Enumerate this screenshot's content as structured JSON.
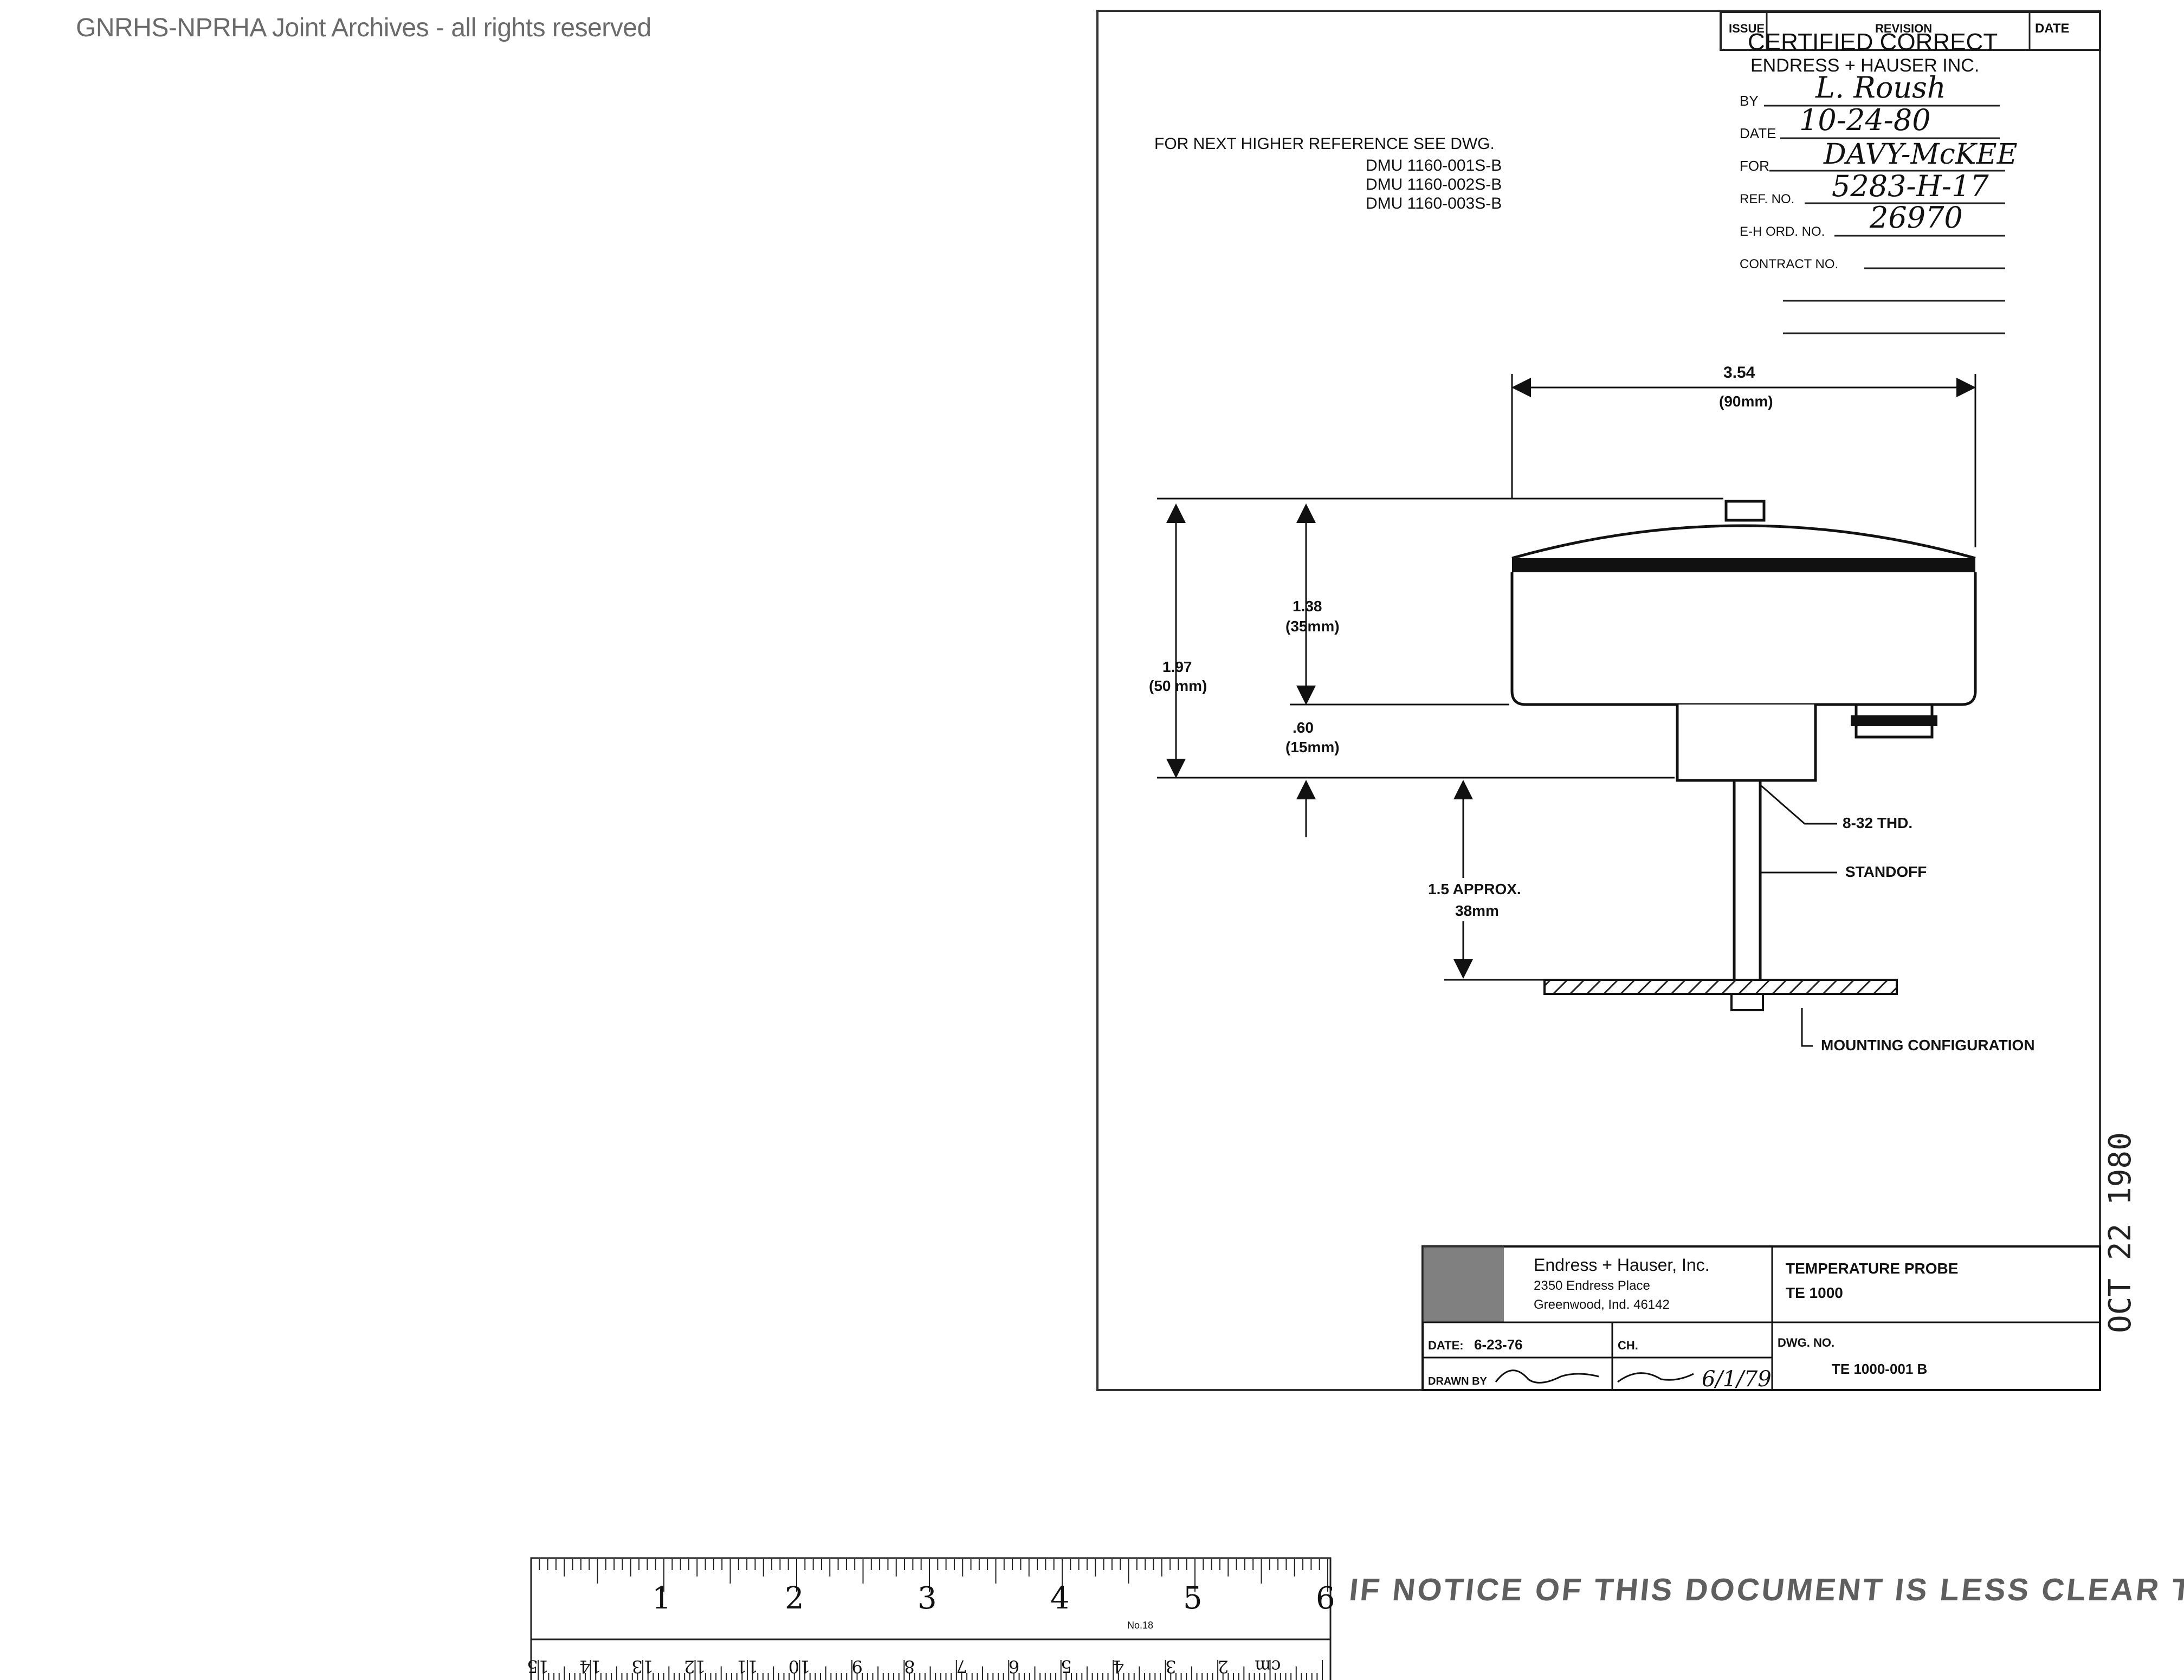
{
  "header": {
    "archive_notice": "GNRHS-NPRHA Joint Archives - all rights reserved"
  },
  "revision_block": {
    "issue": "ISSUE",
    "revision": "REVISION",
    "date": "DATE"
  },
  "certification": {
    "title": "CERTIFIED CORRECT",
    "company": "ENDRESS + HAUSER INC.",
    "by_label": "BY",
    "by_value": "L. Roush",
    "date_label": "DATE",
    "date_value": "10-24-80",
    "for_label": "FOR",
    "for_value": "DAVY-McKEE",
    "ref_label": "REF. NO.",
    "ref_value": "5283-H-17",
    "eh_label": "E-H ORD. NO.",
    "eh_value": "26970",
    "contract_label": "CONTRACT NO."
  },
  "reference": {
    "note": "FOR NEXT HIGHER REFERENCE SEE DWG.",
    "drawings": [
      "DMU 1160-001S-B",
      "DMU 1160-002S-B",
      "DMU 1160-003S-B"
    ]
  },
  "dimensions": {
    "width_in": "3.54",
    "width_mm": "(90mm)",
    "body_in": "1.38",
    "body_mm": "(35mm)",
    "total_in": "1.97",
    "total_mm": "(50 mm)",
    "base_in": ".60",
    "base_mm": "(15mm)",
    "standoff_in": "1.5 APPROX.",
    "standoff_mm": "38mm"
  },
  "callouts": {
    "thread": "8-32 THD.",
    "standoff": "STANDOFF",
    "mounting": "MOUNTING CONFIGURATION"
  },
  "title_block": {
    "company": "Endress + Hauser, Inc.",
    "address1": "2350 Endress Place",
    "address2": "Greenwood, Ind. 46142",
    "title1": "TEMPERATURE PROBE",
    "title2": "TE 1000",
    "date_label": "DATE:",
    "date_value": "6-23-76",
    "ch_label": "CH.",
    "dwg_label": "DWG. NO.",
    "dwg_value": "TE 1000-001 B",
    "drawn_label": "DRAWN BY",
    "drawn_sig_date": "6/1/79"
  },
  "ruler": {
    "inch_labels": [
      "1",
      "2",
      "3",
      "4",
      "5",
      "6"
    ],
    "cm_labels": [
      "cm",
      "2",
      "3",
      "4",
      "5",
      "6",
      "7",
      "8",
      "9",
      "10",
      "11",
      "12",
      "13",
      "14",
      "15"
    ],
    "maker": "No.18"
  },
  "notice": "IF NOTICE OF THIS DOCUMENT IS LESS CLEAR THAN THIS NOTICE IT IS DUE TO THE QUALITY OF THE DOCUMENT.",
  "received_stamp": "OCT 22 1980"
}
